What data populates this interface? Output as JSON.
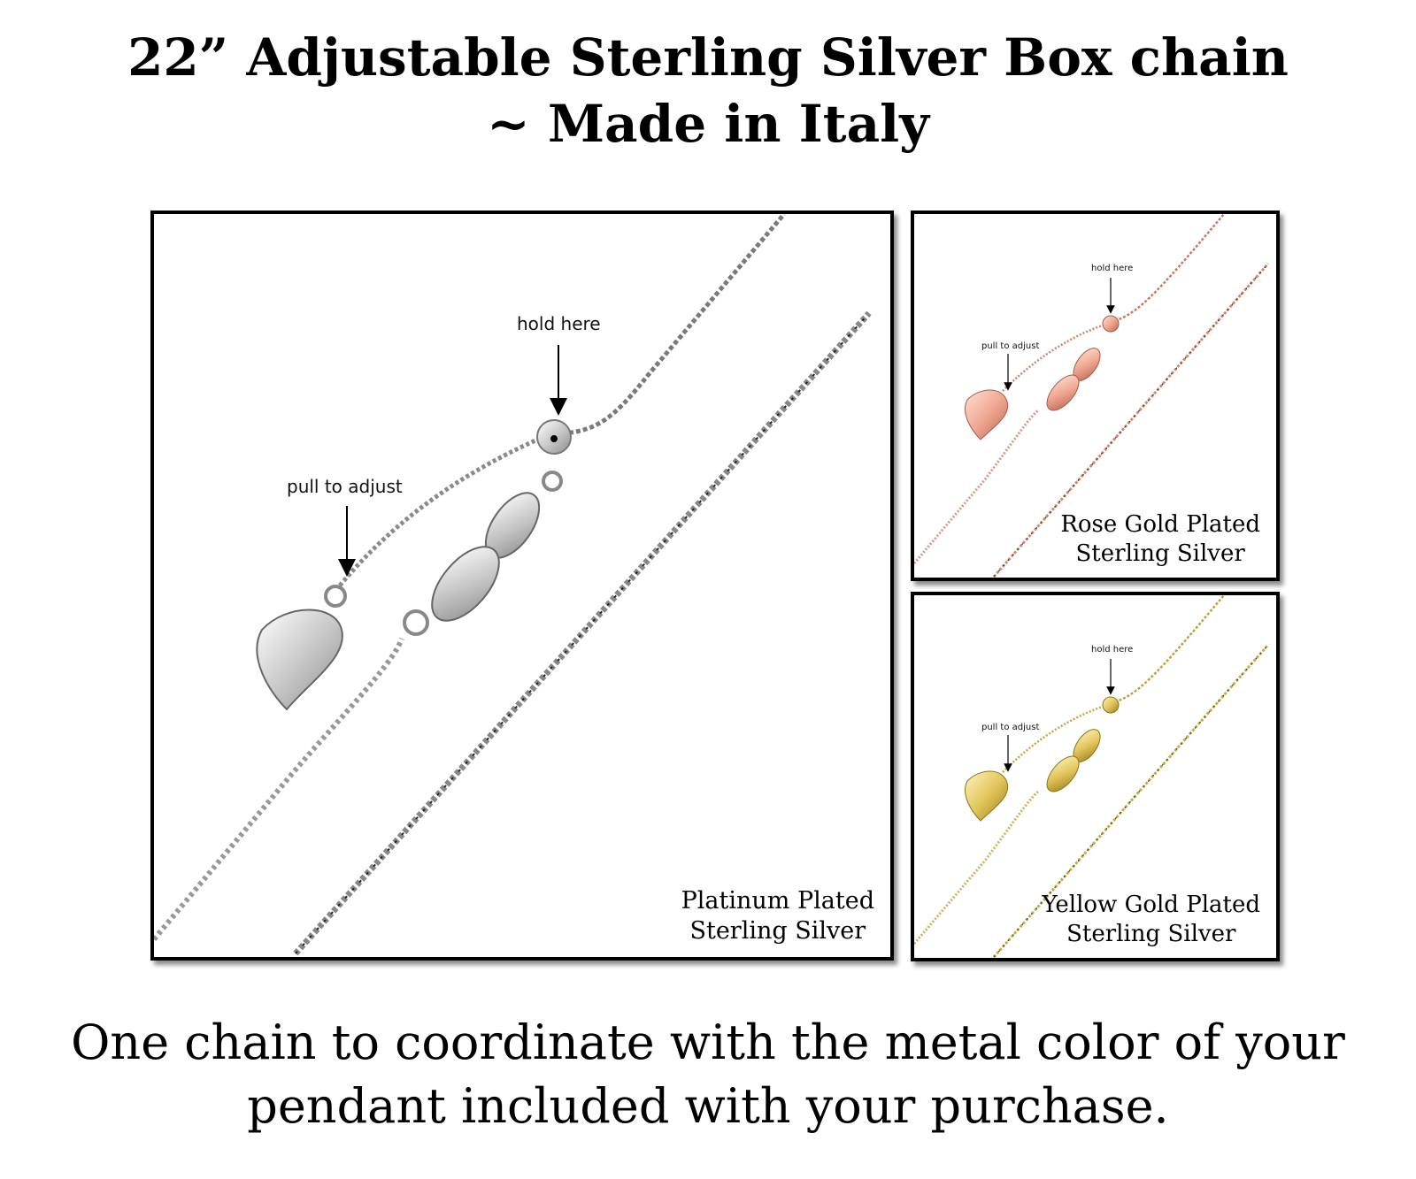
{
  "title": {
    "line1": "22” Adjustable Sterling Silver Box chain",
    "line2": "~ Made in Italy"
  },
  "panels": {
    "main": {
      "hold_label": "hold here",
      "pull_label": "pull to adjust",
      "caption_line1": "Platinum Plated",
      "caption_line2": "Sterling Silver",
      "metal_color": "#b7b7b7",
      "dark_color": "#2a2a2a"
    },
    "rose": {
      "hold_label": "hold here",
      "pull_label": "pull to adjust",
      "caption_line1": "Rose Gold Plated",
      "caption_line2": "Sterling Silver",
      "metal_color": "#e7a38f",
      "dark_color": "#6b2e22"
    },
    "yellow": {
      "hold_label": "hold here",
      "pull_label": "pull to adjust",
      "caption_line1": "Yellow Gold Plated",
      "caption_line2": "Sterling Silver",
      "metal_color": "#d9bf55",
      "dark_color": "#5d4a10"
    }
  },
  "footer": {
    "line1": "One chain to coordinate with the metal color of your",
    "line2": "pendant included with your purchase."
  }
}
